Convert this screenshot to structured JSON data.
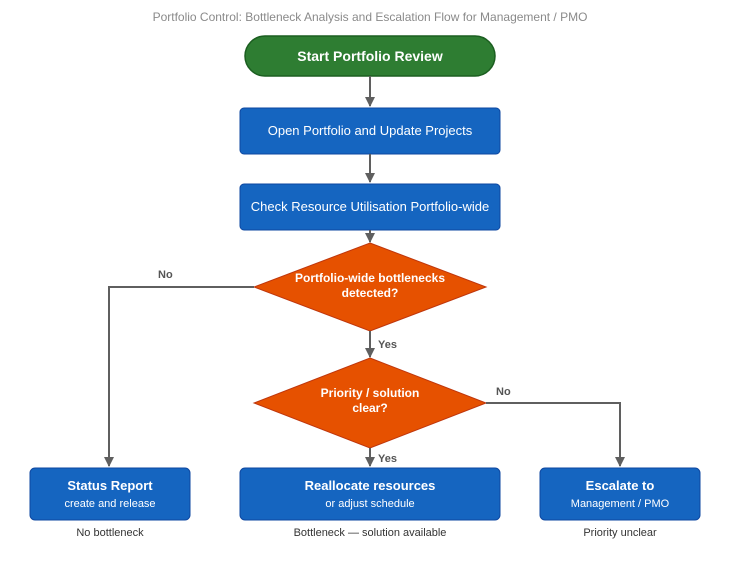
{
  "title": "Portfolio Control: Bottleneck Analysis and Escalation Flow for Management / PMO",
  "colors": {
    "start_fill": "#2e7d32",
    "start_stroke": "#1b5e20",
    "process_fill": "#1565c0",
    "process_stroke": "#0d47a1",
    "decision_fill": "#e65100",
    "decision_stroke": "#bf360c",
    "arrow": "#5f5f5f"
  },
  "nodes": {
    "start": {
      "label": "Start Portfolio Review"
    },
    "open_portfolio": {
      "label": "Open Portfolio and Update Projects"
    },
    "check_resources": {
      "label": "Check Resource Utilisation Portfolio-wide"
    },
    "decision_bottlenecks": {
      "line1": "Portfolio-wide bottlenecks",
      "line2": "detected?"
    },
    "decision_priority": {
      "line1": "Priority / solution",
      "line2": "clear?"
    },
    "status_report": {
      "title": "Status Report",
      "subtitle": "create and release",
      "caption": "No bottleneck"
    },
    "reallocate": {
      "title": "Reallocate resources",
      "subtitle": "or adjust schedule",
      "caption": "Bottleneck — solution available"
    },
    "escalate": {
      "title": "Escalate to",
      "subtitle": "Management / PMO",
      "caption": "Priority unclear"
    }
  },
  "edges": {
    "no_bottleneck": "No",
    "yes_bottleneck": "Yes",
    "no_priority": "No",
    "yes_priority": "Yes"
  }
}
